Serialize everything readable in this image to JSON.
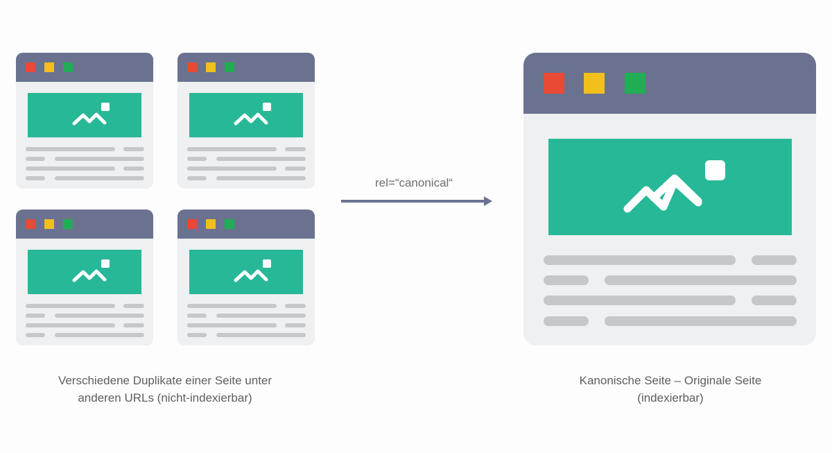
{
  "colors": {
    "background": "#fdfdfd",
    "window_bar": "#6a7290",
    "window_body": "#eef0f1",
    "dot_red": "#e84a36",
    "dot_yellow": "#f2c01a",
    "dot_green": "#21ad54",
    "image_placeholder": "#27b898",
    "text_lines": "#c5c8cb",
    "arrow": "#6a7290"
  },
  "left_group": {
    "windows": [
      {
        "id": "duplicate-1",
        "position": "top-left"
      },
      {
        "id": "duplicate-2",
        "position": "top-right"
      },
      {
        "id": "duplicate-3",
        "position": "bottom-left"
      },
      {
        "id": "duplicate-4",
        "position": "bottom-right"
      }
    ],
    "window_icons": [
      "close-dot-red",
      "minimize-dot-yellow",
      "maximize-dot-green",
      "image-placeholder-icon"
    ],
    "caption": {
      "line1": "Verschiedene Duplikate einer Seite unter",
      "line2": "anderen URLs (nicht-indexierbar)"
    }
  },
  "arrow": {
    "label": "rel=“canonical“",
    "direction": "right"
  },
  "right_group": {
    "window": {
      "id": "canonical",
      "position": "right"
    },
    "caption": {
      "line1": "Kanonische Seite – Originale Seite",
      "line2": "(indexierbar)"
    }
  }
}
